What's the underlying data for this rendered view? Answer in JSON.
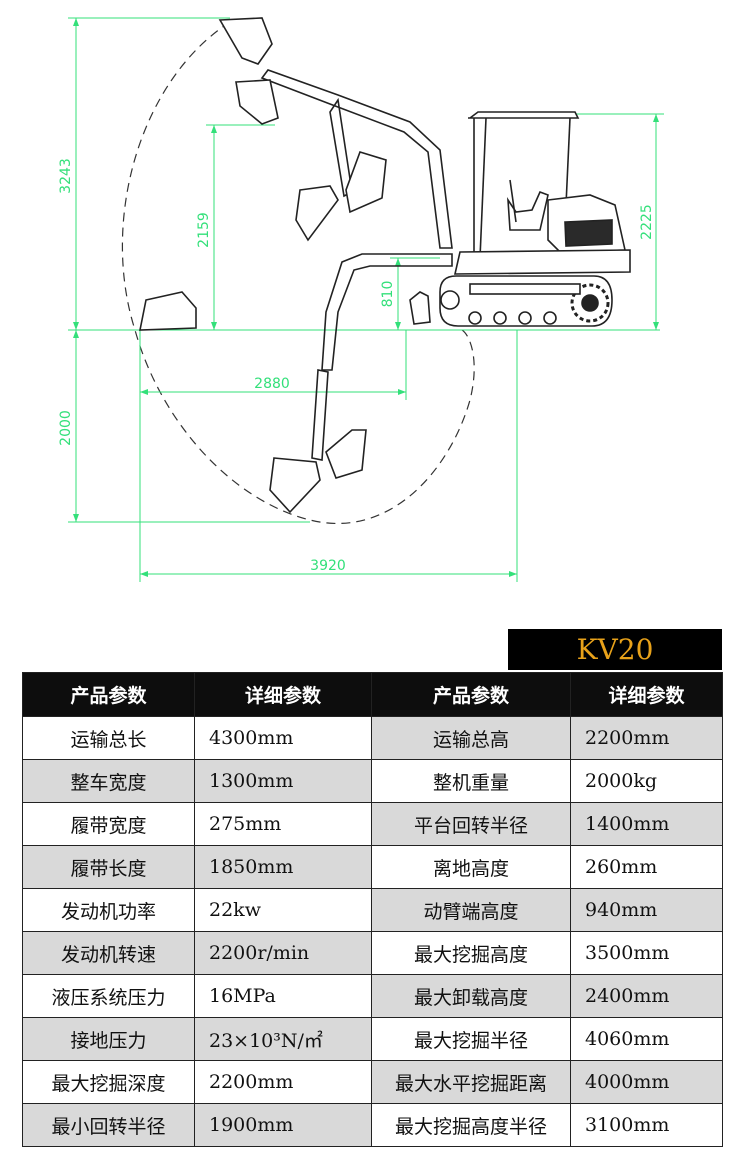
{
  "diagram": {
    "dimensions": {
      "max_height": "3243",
      "dump_height": "2159",
      "transport_height": "2225",
      "ground_clearance_arm": "810",
      "reach_offset": "2880",
      "dig_depth": "2000",
      "max_reach": "3920"
    },
    "colors": {
      "dimension_line": "#33e07a",
      "machine_line": "#222222"
    }
  },
  "model": "KV20",
  "table": {
    "headers": [
      "产品参数",
      "详细参数",
      "产品参数",
      "详细参数"
    ],
    "rows": [
      {
        "name1": "运输总长",
        "val1": "4300mm",
        "name2": "运输总高",
        "val2": "2200mm"
      },
      {
        "name1": "整车宽度",
        "val1": "1300mm",
        "name2": "整机重量",
        "val2": "2000kg"
      },
      {
        "name1": "履带宽度",
        "val1": "275mm",
        "name2": "平台回转半径",
        "val2": "1400mm"
      },
      {
        "name1": "履带长度",
        "val1": "1850mm",
        "name2": "离地高度",
        "val2": "260mm"
      },
      {
        "name1": "发动机功率",
        "val1": "22kw",
        "name2": "动臂端高度",
        "val2": "940mm"
      },
      {
        "name1": "发动机转速",
        "val1": "2200r/min",
        "name2": "最大挖掘高度",
        "val2": "3500mm"
      },
      {
        "name1": "液压系统压力",
        "val1": "16MPa",
        "name2": "最大卸载高度",
        "val2": "2400mm"
      },
      {
        "name1": "接地压力",
        "val1": "23×10³N/㎡",
        "name2": "最大挖掘半径",
        "val2": "4060mm"
      },
      {
        "name1": "最大挖掘深度",
        "val1": "2200mm",
        "name2": "最大水平挖掘距离",
        "val2": "4000mm"
      },
      {
        "name1": "最小回转半径",
        "val1": "1900mm",
        "name2": "最大挖掘高度半径",
        "val2": "3100mm"
      }
    ]
  }
}
